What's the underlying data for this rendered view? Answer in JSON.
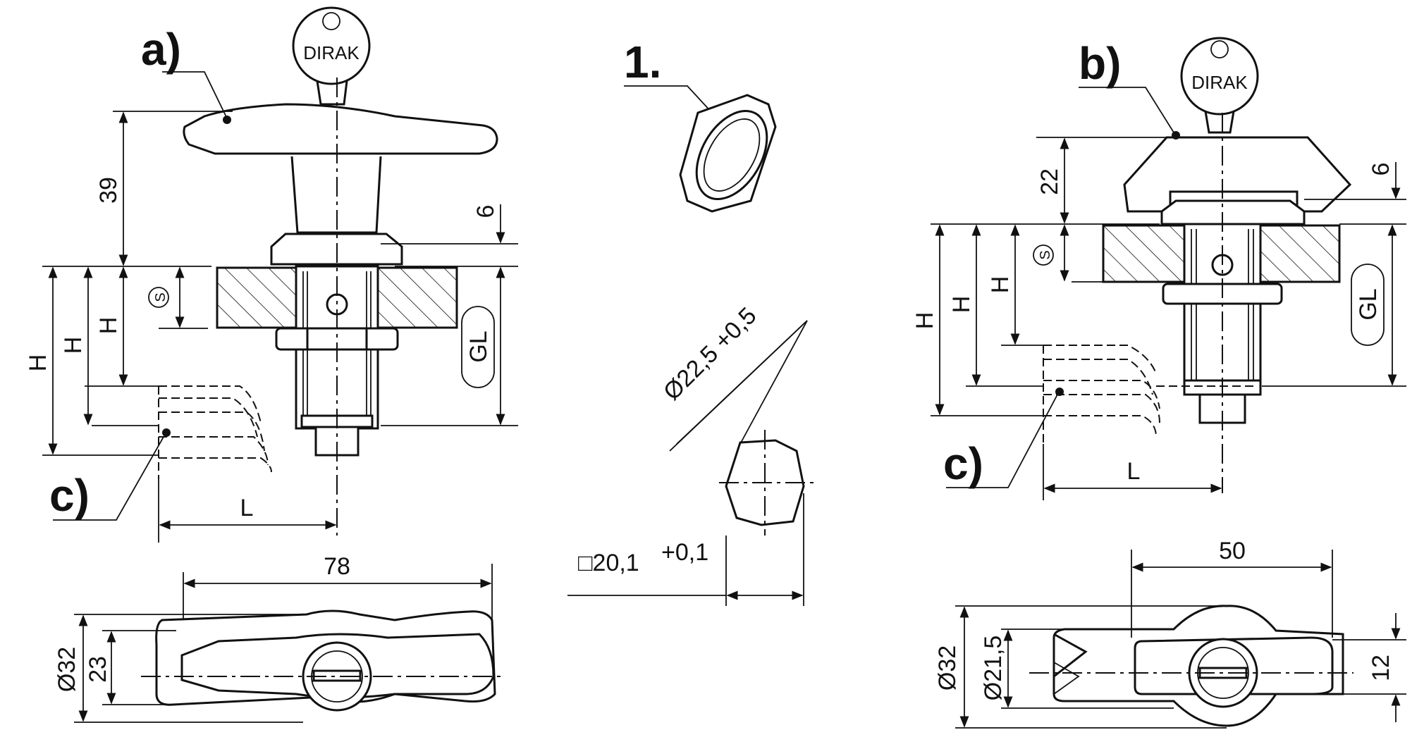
{
  "labels": {
    "a": "a)",
    "b": "b)",
    "c_left": "c)",
    "c_right": "c)",
    "nut": "1."
  },
  "brand": "DIRAK",
  "left_view": {
    "dim_39": "39",
    "dim_6": "6",
    "dim_s": "S",
    "dim_h": "H",
    "dim_gl": "GL",
    "dim_l": "L",
    "dim_78": "78",
    "dim_32": "Ø32",
    "dim_23": "23"
  },
  "center_view": {
    "dim_diameter": "Ø22,5 +0,5",
    "dim_square": "□20,1",
    "dim_square_tol": "+0,1"
  },
  "right_view": {
    "dim_22": "22",
    "dim_6": "6",
    "dim_s": "S",
    "dim_h": "H",
    "dim_gl": "GL",
    "dim_l": "L",
    "dim_50": "50",
    "dim_32": "Ø32",
    "dim_21_5": "Ø21,5",
    "dim_12": "12"
  }
}
